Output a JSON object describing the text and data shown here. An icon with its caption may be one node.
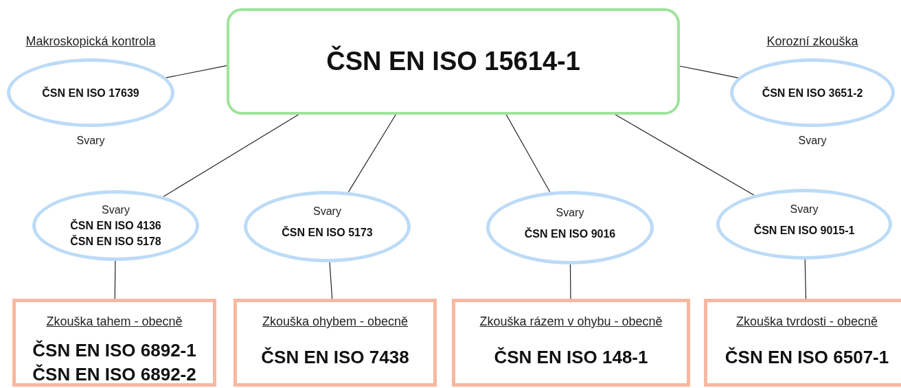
{
  "diagram": {
    "nodes": [
      {
        "text": [
          "ČSN EN ISO 15614-1"
        ]
      },
      {
        "text": [
          "Makroskopická kontrola",
          "ČSN EN ISO 17639"
        ],
        "beside": [
          "Svary"
        ]
      },
      {
        "text": [
          "Korozní zkouška",
          "ČSN EN ISO 3651-2"
        ],
        "beside": [
          "Svary"
        ]
      },
      {
        "text": [
          "Svary",
          "ČSN EN ISO 4136",
          "ČSN EN ISO 5178"
        ]
      },
      {
        "text": [
          "Svary",
          "ČSN EN ISO 5173"
        ]
      },
      {
        "text": [
          "Svary",
          "ČSN EN ISO 9016"
        ]
      },
      {
        "text": [
          "Svary",
          "ČSN EN ISO 9015-1"
        ]
      },
      {
        "text": [
          "Zkouška tahem - obecně",
          "ČSN EN ISO 6892-1",
          "ČSN EN ISO 6892-2"
        ]
      },
      {
        "text": [
          "Zkouška ohybem - obecně",
          "ČSN EN ISO 7438"
        ]
      },
      {
        "text": [
          "Zkouška rázem v ohybu - obecně",
          "ČSN EN ISO 148-1"
        ]
      },
      {
        "text": [
          "Zkouška tvrdosti - obecně",
          "ČSN EN ISO 6507-1"
        ]
      }
    ],
    "edges": [
      {
        "from": 0,
        "to": 1,
        "arrow": "none"
      },
      {
        "from": 0,
        "to": 2,
        "arrow": "none"
      },
      {
        "from": 0,
        "to": 3,
        "arrow": "none"
      },
      {
        "from": 0,
        "to": 4,
        "arrow": "none"
      },
      {
        "from": 0,
        "to": 5,
        "arrow": "none"
      },
      {
        "from": 0,
        "to": 6,
        "arrow": "none"
      },
      {
        "from": 3,
        "to": 7,
        "arrow": "none"
      },
      {
        "from": 4,
        "to": 8,
        "arrow": "none"
      },
      {
        "from": 5,
        "to": 9,
        "arrow": "none"
      },
      {
        "from": 6,
        "to": 10,
        "arrow": "none"
      }
    ]
  }
}
